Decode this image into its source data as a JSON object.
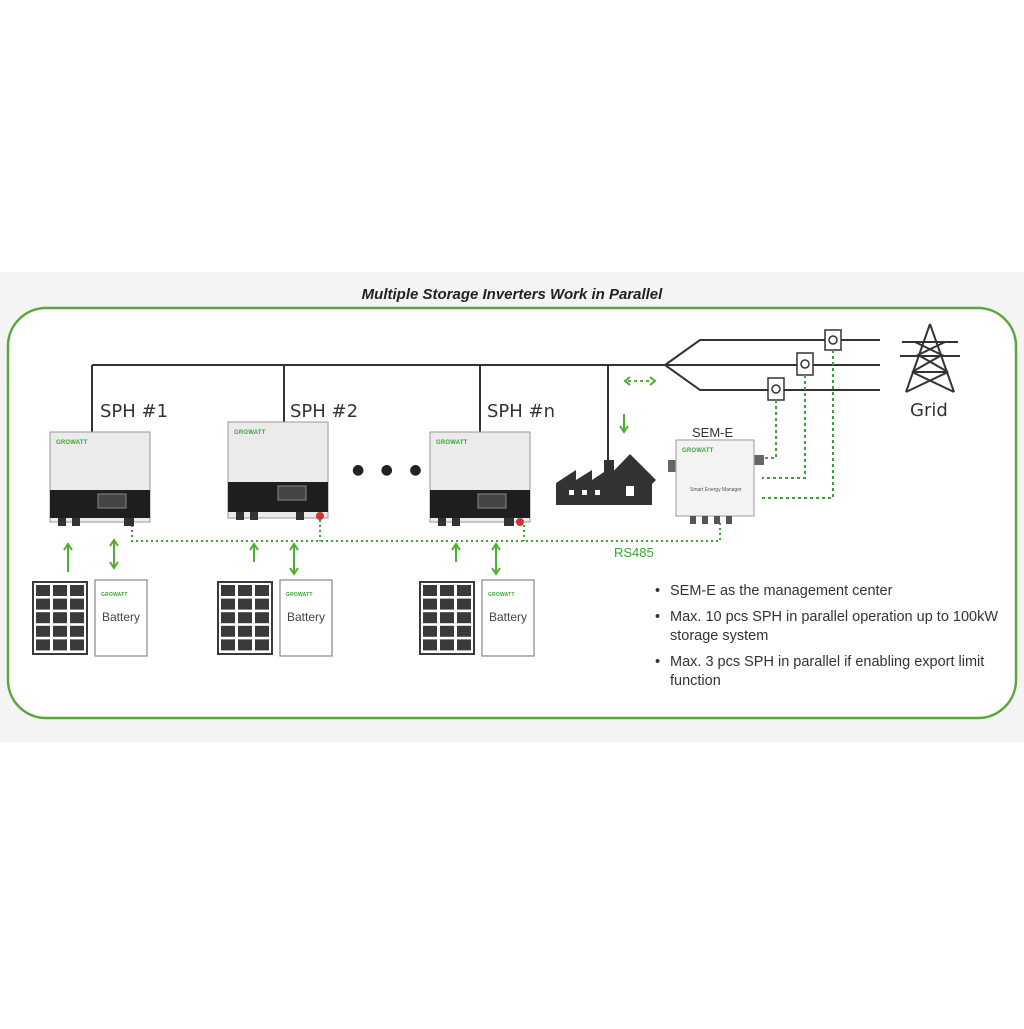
{
  "diagram": {
    "title": "Multiple Storage Inverters Work in Parallel",
    "inverters": [
      {
        "label": "SPH #1",
        "brand": "GROWATT",
        "battery_label": "Battery"
      },
      {
        "label": "SPH #2",
        "brand": "GROWATT",
        "battery_label": "Battery"
      },
      {
        "label": "SPH #n",
        "brand": "GROWATT",
        "battery_label": "Battery"
      }
    ],
    "ellipsis": "● ● ●",
    "meter_label": "SEM-E",
    "meter_brand": "GROWATT",
    "meter_caption": "Smart Energy Manager",
    "grid_label": "Grid",
    "comm_label": "RS485",
    "notes": [
      "SEM-E as the management center",
      "Max. 10 pcs SPH in parallel operation up to 100kW storage system",
      "Max. 3 pcs SPH in parallel if enabling export limit function"
    ],
    "colors": {
      "frame": "#5aa83c",
      "arrow": "#4caf30",
      "rs485_line": "#3aa535",
      "panel": "#3a3a3a",
      "inverter_body": "#e9e9e9",
      "inverter_bottom": "#1e1e1e"
    }
  }
}
